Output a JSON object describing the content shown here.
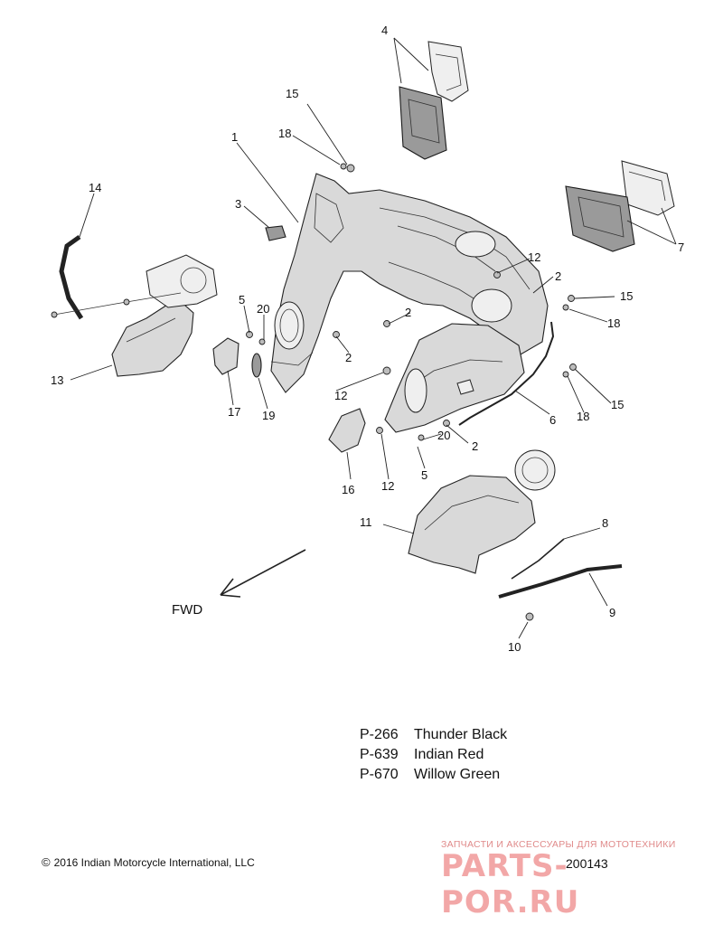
{
  "callouts": {
    "c1": "1",
    "c2a": "2",
    "c2b": "2",
    "c2c": "2",
    "c2d": "2",
    "c3": "3",
    "c4": "4",
    "c5a": "5",
    "c5b": "5",
    "c6": "6",
    "c7": "7",
    "c8": "8",
    "c9": "9",
    "c10": "10",
    "c11": "11",
    "c12a": "12",
    "c12b": "12",
    "c12c": "12",
    "c13": "13",
    "c14": "14",
    "c15a": "15",
    "c15b": "15",
    "c15c": "15",
    "c16": "16",
    "c17": "17",
    "c18a": "18",
    "c18b": "18",
    "c18c": "18",
    "c19": "19",
    "c20a": "20",
    "c20b": "20"
  },
  "direction_label": "FWD",
  "paint_codes": [
    {
      "code": "P-266",
      "name": "Thunder Black"
    },
    {
      "code": "P-639",
      "name": "Indian Red"
    },
    {
      "code": "P-670",
      "name": "Willow Green"
    }
  ],
  "copyright": {
    "symbol": "©",
    "text": "2016 Indian Motorcycle International, LLC"
  },
  "diagram_number": "200143",
  "watermark": {
    "tagline": "ЗАПЧАСТИ И АКСЕССУАРЫ ДЛЯ МОТОТЕХНИКИ",
    "brand": "PARTS-POR.RU"
  },
  "colors": {
    "line": "#222222",
    "part_fill": "#d9d9d9",
    "watermark": "#e23c3c"
  }
}
